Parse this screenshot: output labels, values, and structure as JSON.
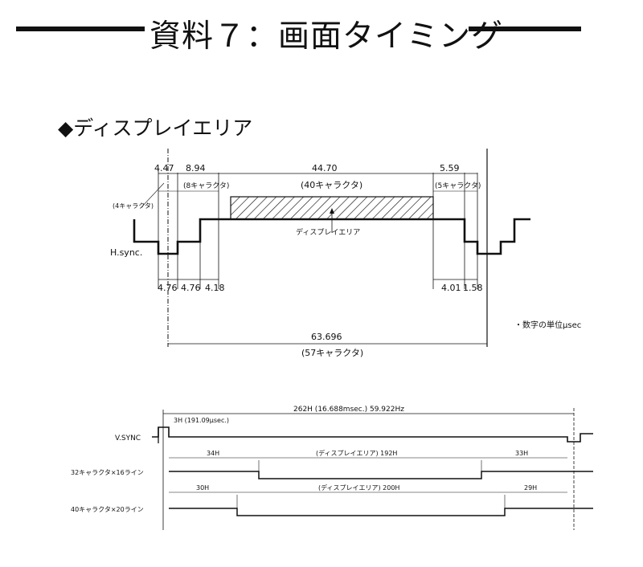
{
  "title": "資料７：画面タイミング",
  "section_heading": "◆ディスプレイエリア",
  "unit_note": "・数字の単位μsec",
  "h_diagram": {
    "top_dims": [
      "4.47",
      "8.94",
      "44.70",
      "5.59"
    ],
    "top_sub": [
      "(4キャラクタ)",
      "(8キャラクタ)",
      "(40キャラクタ)",
      "(5キャラクタ)"
    ],
    "signal_label": "H.sync.",
    "display_area_label": "ディスプレイエリア",
    "bottom_dims": [
      "4.76",
      "4.76",
      "4.18",
      "4.01",
      "1.58"
    ],
    "total": "63.696",
    "total_sub": "(57キャラクタ)"
  },
  "v_diagram": {
    "frame_label": "262H (16.688msec.) 59.922Hz",
    "vsync_width_label": "3H (191.09μsec.)",
    "vsync_label": "V.SYNC",
    "row1_label": "32キャラクタ×16ライン",
    "row1_dims": [
      "34H",
      "(ディスプレイエリア) 192H",
      "33H"
    ],
    "row2_label": "40キャラクタ×20ライン",
    "row2_dims": [
      "30H",
      "(ディスプレイエリア) 200H",
      "29H"
    ]
  }
}
